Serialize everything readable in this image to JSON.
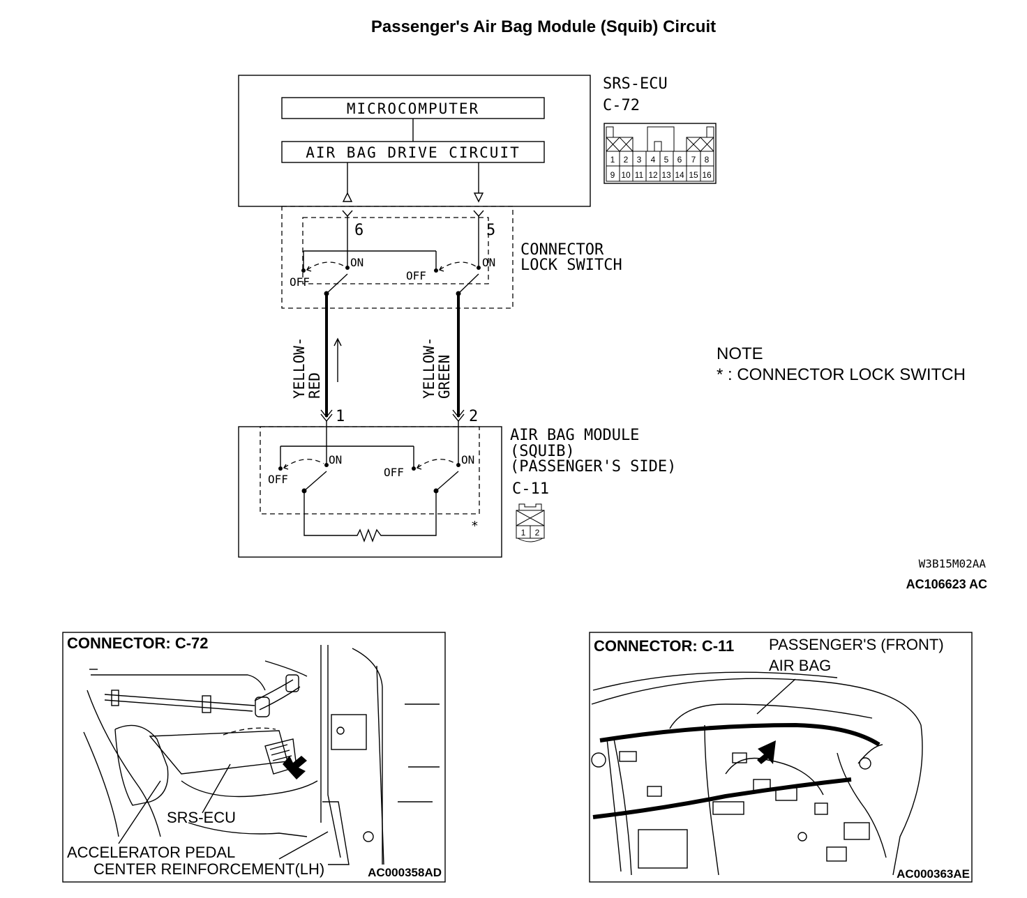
{
  "title": "Passenger's Air Bag Module (Squib) Circuit",
  "ecu": {
    "label": "SRS-ECU",
    "connector": "C-72",
    "microcomputer": "MICROCOMPUTER",
    "drive_circuit": "AIR BAG DRIVE CIRCUIT",
    "pins_top": [
      "1",
      "2",
      "3",
      "4",
      "5",
      "6",
      "7",
      "8"
    ],
    "pins_bottom": [
      "9",
      "10",
      "11",
      "12",
      "13",
      "14",
      "15",
      "16"
    ]
  },
  "lock_switch": {
    "label_line1": "CONNECTOR",
    "label_line2": "LOCK SWITCH",
    "pin_left": "6",
    "pin_right": "5",
    "on": "ON",
    "off": "OFF"
  },
  "wires": {
    "left_line1": "YELLOW-",
    "left_line2": "RED",
    "right_line1": "YELLOW-",
    "right_line2": "GREEN"
  },
  "module": {
    "label_line1": "AIR BAG MODULE",
    "label_line2": "(SQUIB)",
    "label_line3": "(PASSENGER'S SIDE)",
    "connector": "C-11",
    "pin_left": "1",
    "pin_right": "2",
    "asterisk": "*",
    "pins": [
      "1",
      "2"
    ]
  },
  "note": {
    "heading": "NOTE",
    "text": "* : CONNECTOR LOCK SWITCH"
  },
  "codes": {
    "diagram_code": "W3B15M02AA",
    "figure_code": "AC106623 AC"
  },
  "panel_left": {
    "title": "CONNECTOR: C-72",
    "label_ecu": "SRS-ECU",
    "label_line1": "ACCELERATOR PEDAL",
    "label_line2": "CENTER REINFORCEMENT(LH)",
    "code": "AC000358AD"
  },
  "panel_right": {
    "title": "CONNECTOR: C-11",
    "label_line1": "PASSENGER'S (FRONT)",
    "label_line2": "AIR BAG",
    "code": "AC000363AE"
  }
}
